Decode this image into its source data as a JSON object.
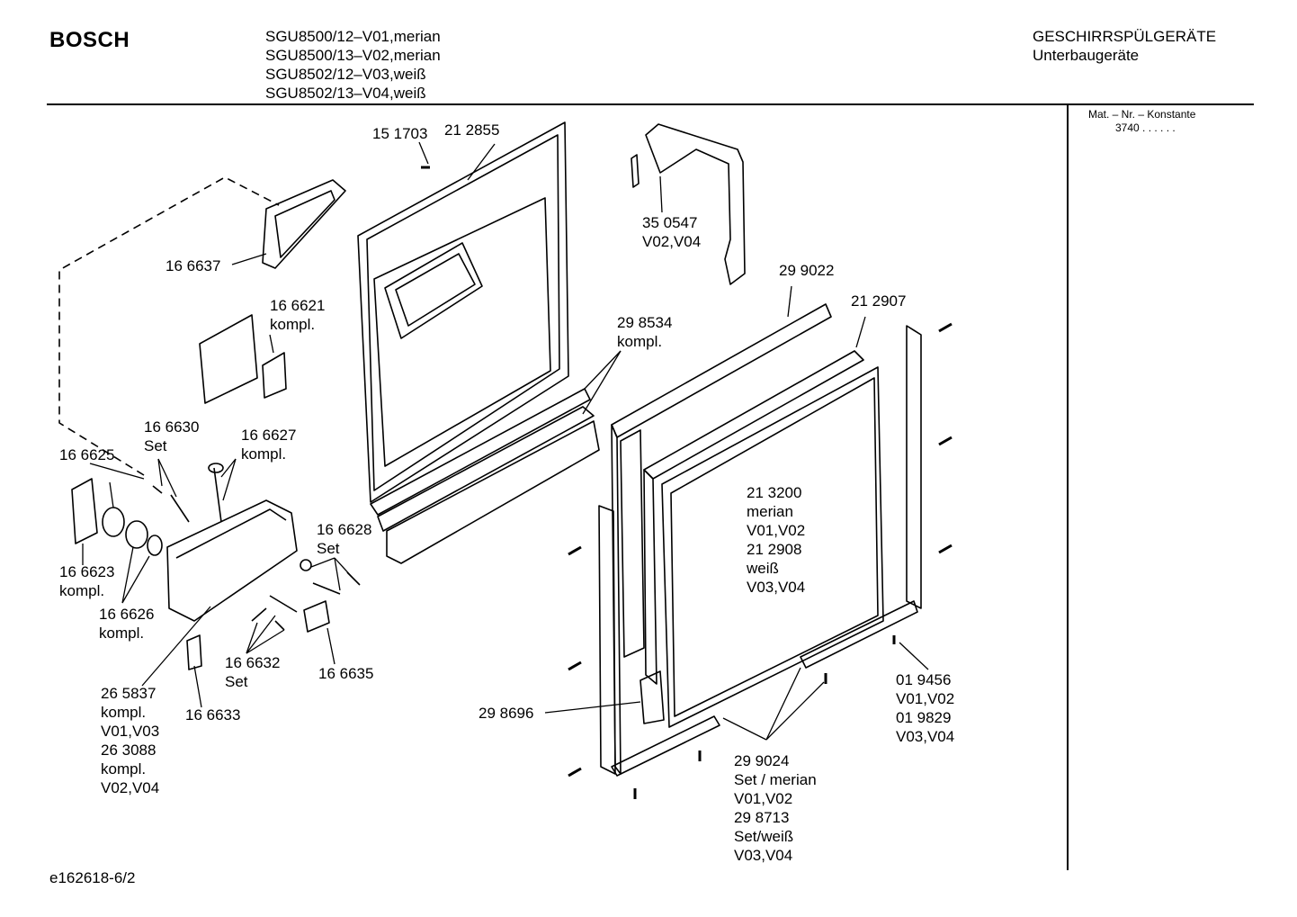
{
  "header": {
    "brand": "BOSCH",
    "models": [
      "SGU8500/12–V01,merian",
      "SGU8500/13–V02,merian",
      "SGU8502/12–V03,weiß",
      "SGU8502/13–V04,weiß"
    ],
    "category": [
      "GESCHIRRSPÜLGERÄTE",
      "Unterbaugeräte"
    ]
  },
  "sidebar": {
    "mat_title": "Mat. – Nr. – Konstante",
    "mat_value": "3740  .  .  .  .  .  ."
  },
  "footer": {
    "code": "e162618-6/2"
  },
  "parts": [
    {
      "lines": [
        "15 1703"
      ]
    },
    {
      "lines": [
        "21 2855"
      ]
    },
    {
      "lines": [
        "35 0547",
        "V02,V04"
      ]
    },
    {
      "lines": [
        "16 6637"
      ]
    },
    {
      "lines": [
        "16 6621",
        "kompl."
      ]
    },
    {
      "lines": [
        "29 9022"
      ]
    },
    {
      "lines": [
        "21 2907"
      ]
    },
    {
      "lines": [
        "29 8534",
        "kompl."
      ]
    },
    {
      "lines": [
        "16 6630",
        "Set"
      ]
    },
    {
      "lines": [
        "16 6627",
        "kompl."
      ]
    },
    {
      "lines": [
        "16 6625"
      ]
    },
    {
      "lines": [
        "16 6628",
        "Set"
      ]
    },
    {
      "lines": [
        "21 3200",
        "merian",
        "V01,V02",
        "21 2908",
        "weiß",
        "V03,V04"
      ]
    },
    {
      "lines": [
        "16 6623",
        "kompl."
      ]
    },
    {
      "lines": [
        "16 6626",
        "kompl."
      ]
    },
    {
      "lines": [
        "16 6632",
        "Set"
      ]
    },
    {
      "lines": [
        "16 6635"
      ]
    },
    {
      "lines": [
        "26 5837",
        "kompl.",
        "V01,V03",
        "26 3088",
        "kompl.",
        "V02,V04"
      ]
    },
    {
      "lines": [
        "16 6633"
      ]
    },
    {
      "lines": [
        "29 8696"
      ]
    },
    {
      "lines": [
        "01 9456",
        "V01,V02",
        "01 9829",
        "V03,V04"
      ]
    },
    {
      "lines": [
        "29 9024",
        "Set / merian",
        "V01,V02",
        "29 8713",
        "Set/weiß",
        "V03,V04"
      ]
    }
  ]
}
